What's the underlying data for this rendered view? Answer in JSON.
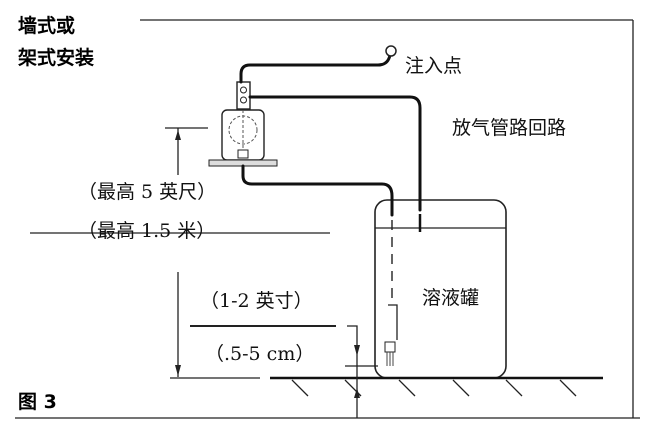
{
  "title_line1": "墙式或",
  "title_line2": "架式安装",
  "labels": {
    "injection_point": "注入点",
    "vent_loop": "放气管路回路",
    "max_height_ft": "（最高 5 英尺）",
    "max_height_m": "（最高 1.5 米）",
    "clearance_in": "（1-2 英寸）",
    "clearance_cm": "（.5-5 cm）",
    "solution_tank": "溶液罐"
  },
  "figure_label": "图 3"
}
